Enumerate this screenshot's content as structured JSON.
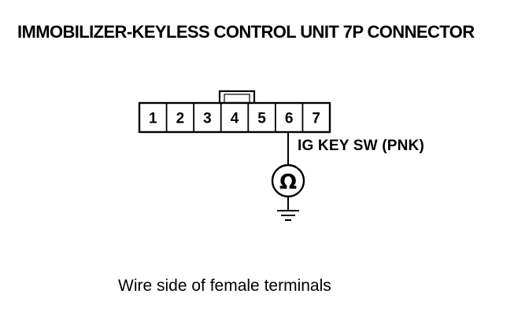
{
  "title": "IMMOBILIZER-KEYLESS CONTROL UNIT 7P CONNECTOR",
  "connector": {
    "pins": [
      "1",
      "2",
      "3",
      "4",
      "5",
      "6",
      "7"
    ]
  },
  "wire": {
    "label": "IG KEY SW (PNK)",
    "pin": "6"
  },
  "meter": {
    "symbol": "Ω"
  },
  "caption": "Wire side of female terminals"
}
